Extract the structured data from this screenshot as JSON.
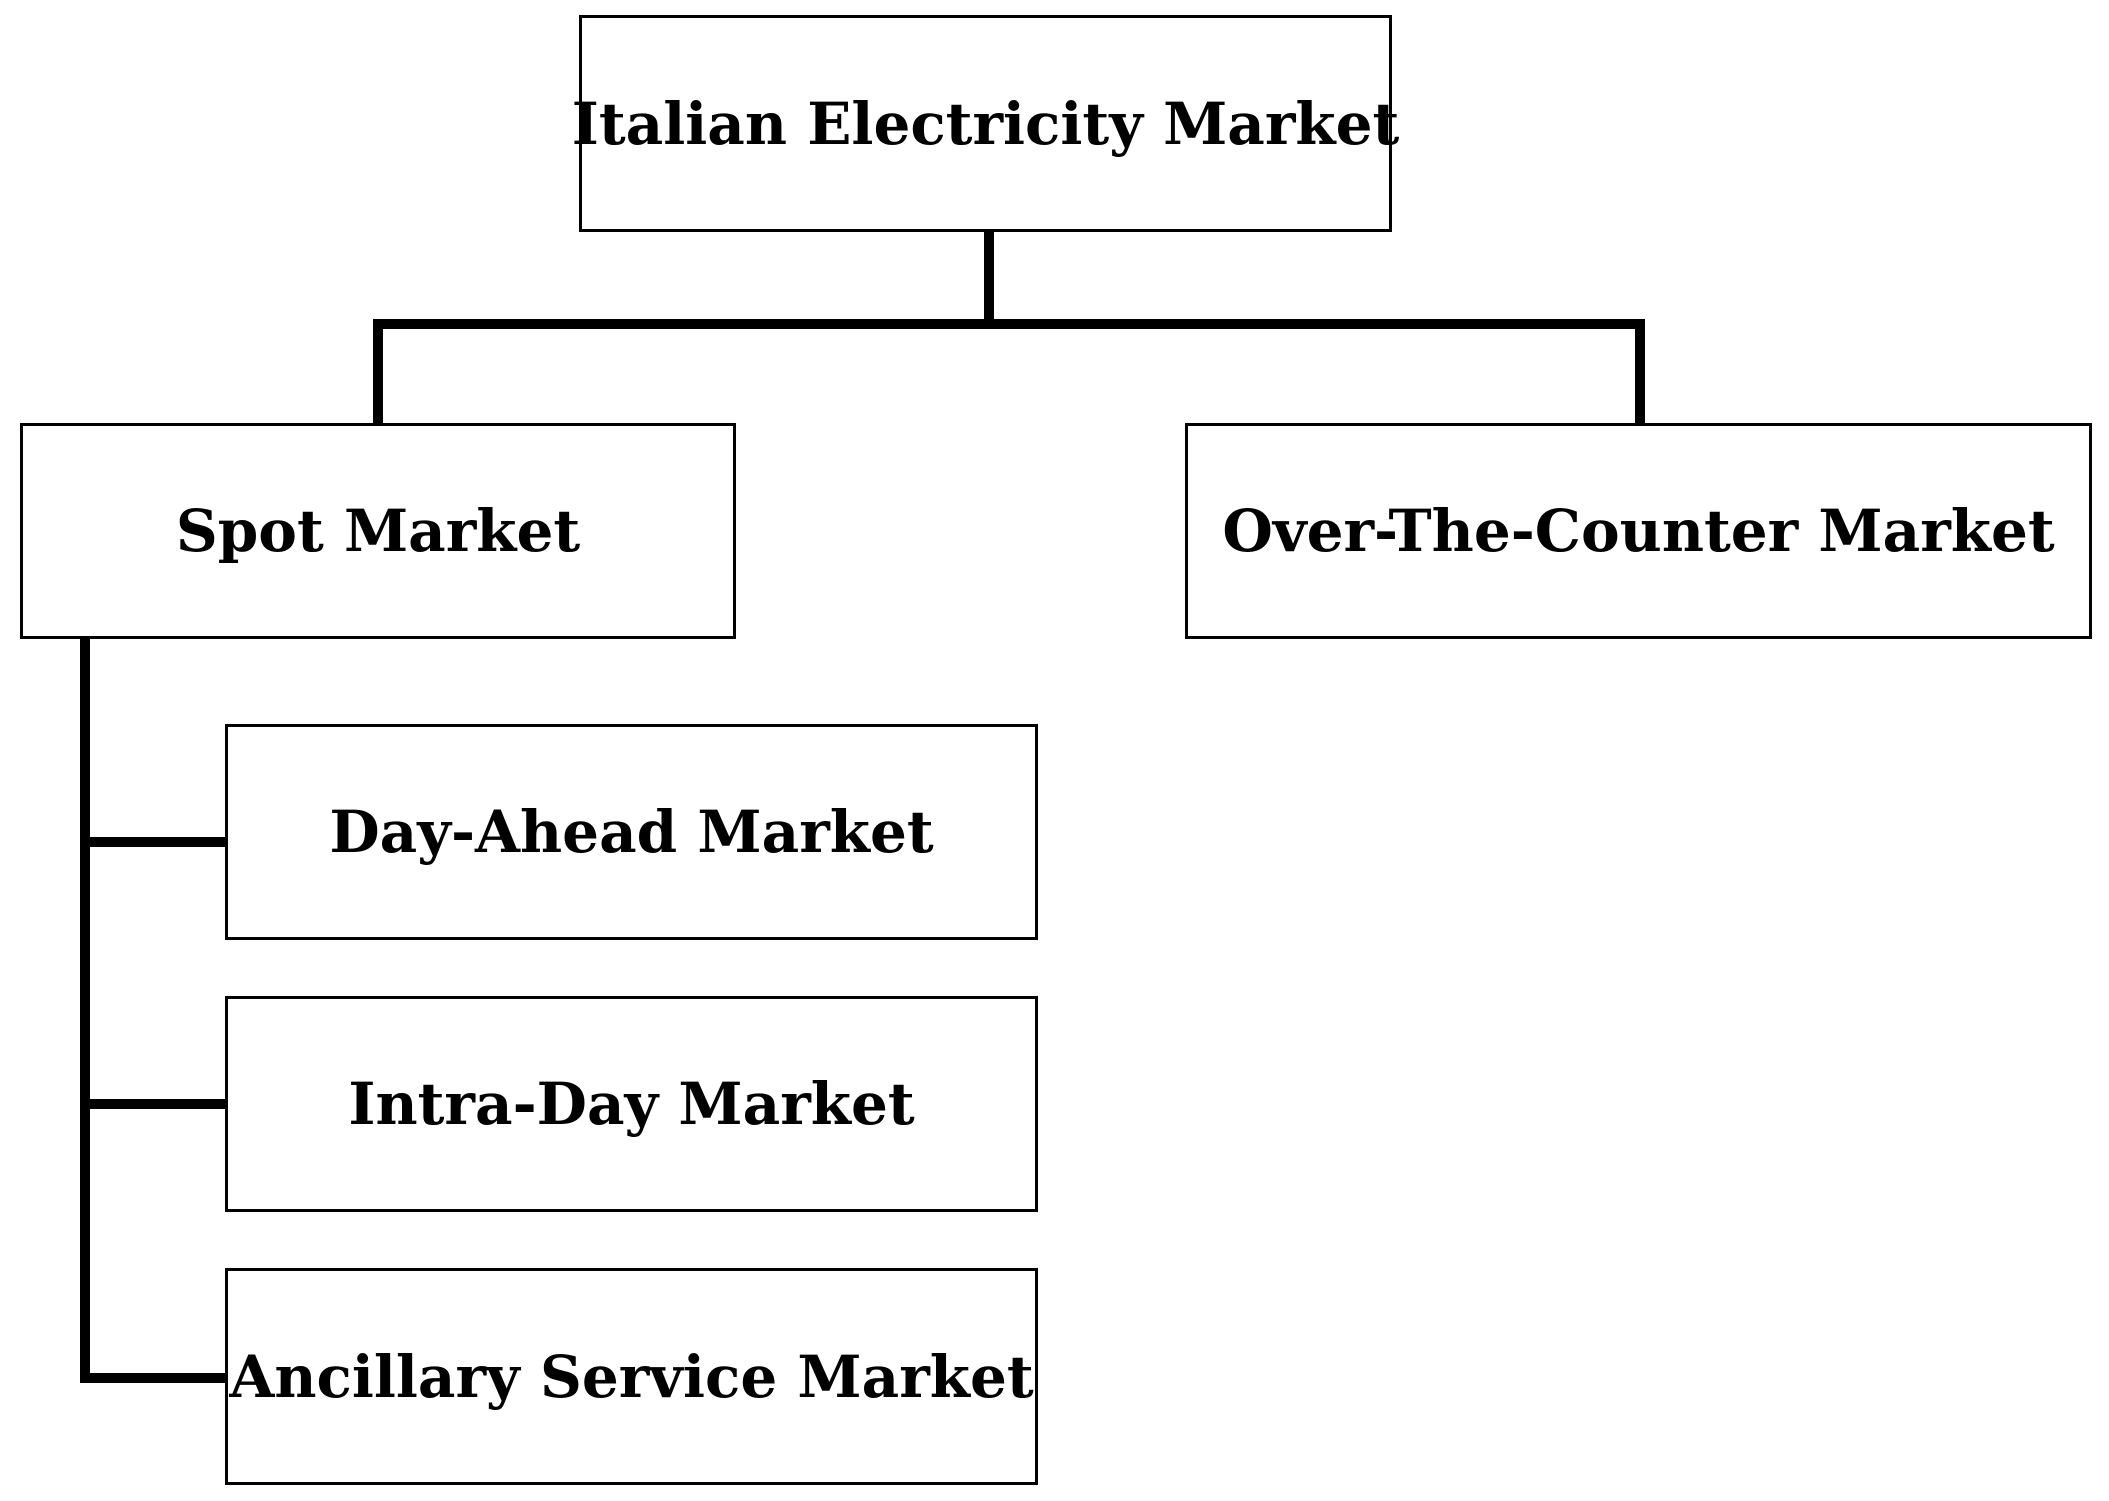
{
  "diagram": {
    "root": {
      "label": "Italian Electricity Market"
    },
    "children": [
      {
        "label": "Spot Market",
        "children": [
          {
            "label": "Day-Ahead Market"
          },
          {
            "label": "Intra-Day Market"
          },
          {
            "label": "Ancillary Service Market"
          }
        ]
      },
      {
        "label": "Over-The-Counter Market"
      }
    ]
  }
}
